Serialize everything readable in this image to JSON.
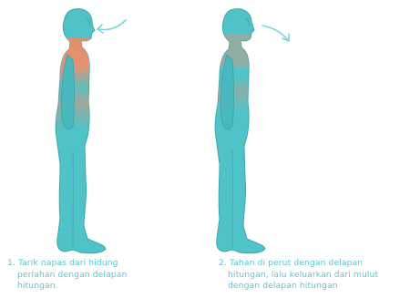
{
  "colors": {
    "body_fill": "#4fc3c8",
    "body_stroke": "#3aa7b0",
    "inhale_highlight": "#e59273",
    "arrow": "#7fd3dc",
    "caption_text": "#5fc4cf"
  },
  "steps": [
    {
      "number": "1.",
      "lines": [
        "Tarik napas dari hidung",
        "perlahan dengan delapan",
        "hitungan."
      ],
      "arrow_direction": "inward"
    },
    {
      "number": "2.",
      "lines": [
        "Tahan di perut dengan delapan",
        "hitungan, lalu keluarkan dari mulut",
        "dengan delapan hitungan"
      ],
      "arrow_direction": "outward"
    }
  ]
}
